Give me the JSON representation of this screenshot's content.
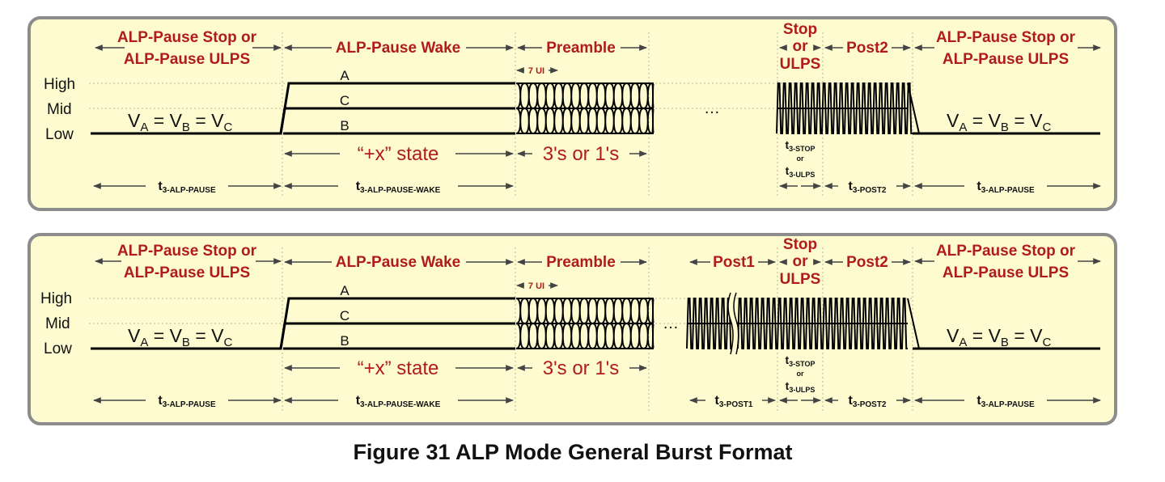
{
  "figure": {
    "caption": "Figure 31 ALP Mode General Burst Format"
  },
  "levels": {
    "high": "High",
    "mid": "Mid",
    "low": "Low"
  },
  "wires": {
    "a": "A",
    "b": "B",
    "c": "C"
  },
  "equality": {
    "va": "V",
    "eq": " = ",
    "vb": "V",
    "vc": "V",
    "sub_a": "A",
    "sub_b": "B",
    "sub_c": "C"
  },
  "phases": {
    "pause_stop_l1": "ALP-Pause Stop or",
    "pause_stop_l2": "ALP-Pause ULPS",
    "pause_wake": "ALP-Pause Wake",
    "preamble": "Preamble",
    "post1": "Post1",
    "stop_l1": "Stop",
    "stop_l2": "or",
    "stop_l3": "ULPS",
    "post2": "Post2",
    "ui_7": "7 UI",
    "ellipsis": "…"
  },
  "states": {
    "plus_x": "“+x” state",
    "threes_ones": "3's or 1's"
  },
  "timings": {
    "t_main": "t",
    "alp_pause": "3-ALP-PAUSE",
    "alp_pause_wake": "3-ALP-PAUSE-WAKE",
    "stop": "3-STOP",
    "or": "or",
    "ulps": "3-ULPS",
    "post1": "3-POST1",
    "post2": "3-POST2"
  },
  "colors": {
    "panel_fill": "#fdfbcf",
    "panel_border": "#8c8c8c",
    "label_red": "#b01c1c"
  }
}
